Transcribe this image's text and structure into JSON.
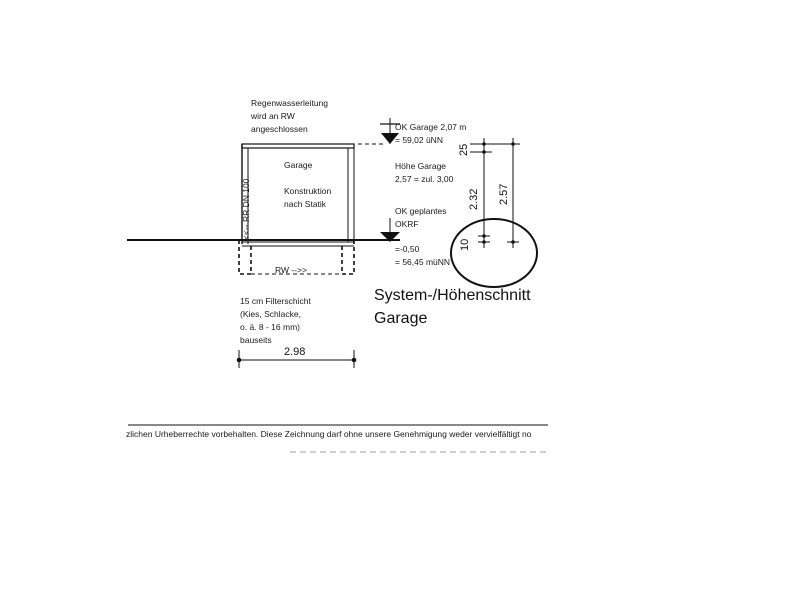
{
  "annotations": {
    "rainwater": [
      "Regenwasserleitung",
      "wird an RW",
      "angeschlossen"
    ],
    "garage_label": "Garage",
    "construction": [
      "Konstruktion",
      "nach Statik"
    ],
    "ok_garage": [
      "OK Garage 2,07 m",
      "= 59,02 üNN"
    ],
    "hoehe_garage": [
      "Höhe Garage",
      "2,57 = zul. 3,00"
    ],
    "ok_geplantes": [
      "OK geplantes",
      "OKRF"
    ],
    "minus": [
      "=-0,50",
      "= 56,45 müNN"
    ],
    "rr": "<<-- RR DN 100",
    "rw": "RW -->>",
    "filter": [
      "15 cm Filterschicht",
      "(Kies, Schlacke,",
      "o. ä. 8 - 16 mm)",
      "bauseits"
    ]
  },
  "dimensions": {
    "width": "2.98",
    "d25": "25",
    "d232": "2.32",
    "d257": "2.57",
    "d10": "10"
  },
  "title": [
    "System-/Höhenschnitt",
    "Garage"
  ],
  "footer": {
    "copyright": "zlichen Urheberrechte vorbehalten. Diese Zeichnung darf ohne unsere Genehmigung weder vervielfältigt no"
  },
  "colors": {
    "line": "#111111",
    "paper": "#ffffff"
  }
}
